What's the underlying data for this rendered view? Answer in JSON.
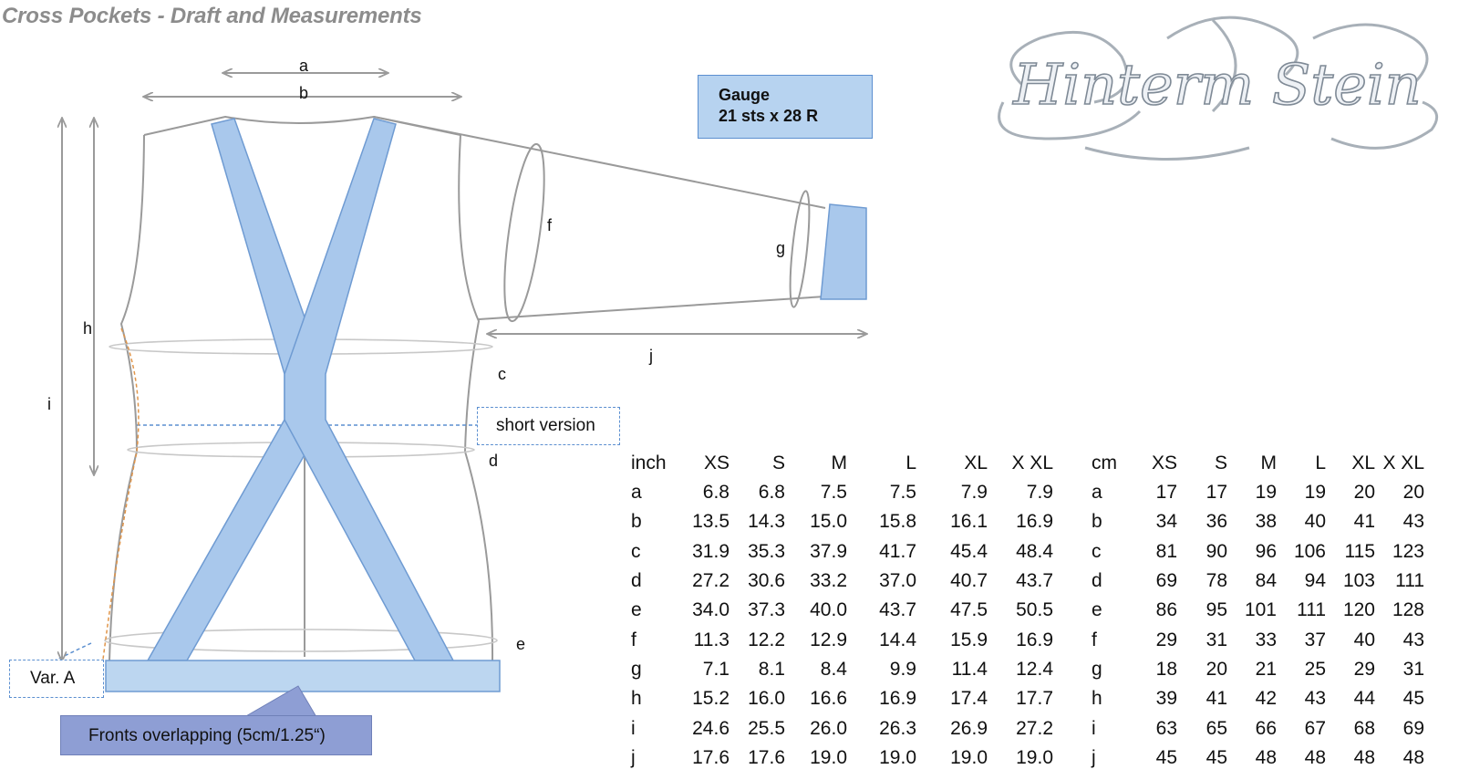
{
  "title": "Cross Pockets - Draft and Measurements",
  "logo_text": "Hinterm Stein",
  "gauge": {
    "line1": "Gauge",
    "line2": "21 sts  x 28 R"
  },
  "callouts": {
    "short_version": "short version",
    "var_a": "Var. A",
    "fronts": "Fronts overlapping (5cm/1.25“)"
  },
  "diagram_labels": {
    "a": "a",
    "b": "b",
    "c": "c",
    "d": "d",
    "e": "e",
    "f": "f",
    "g": "g",
    "h": "h",
    "i": "i",
    "j": "j"
  },
  "colors": {
    "band_fill": "#a9c8ec",
    "band_stroke": "#6f9bd2",
    "outline": "#9a9a9a",
    "fronts_box": "#8e9ed4",
    "gauge_box": "#b7d3f0"
  },
  "tables": {
    "inch": {
      "headers": [
        "inch",
        "XS",
        "S",
        "M",
        "L",
        "XL",
        "X XL"
      ],
      "rows": [
        [
          "a",
          "6.8",
          "6.8",
          "7.5",
          "7.5",
          "7.9",
          "7.9"
        ],
        [
          "b",
          "13.5",
          "14.3",
          "15.0",
          "15.8",
          "16.1",
          "16.9"
        ],
        [
          "c",
          "31.9",
          "35.3",
          "37.9",
          "41.7",
          "45.4",
          "48.4"
        ],
        [
          "d",
          "27.2",
          "30.6",
          "33.2",
          "37.0",
          "40.7",
          "43.7"
        ],
        [
          "e",
          "34.0",
          "37.3",
          "40.0",
          "43.7",
          "47.5",
          "50.5"
        ],
        [
          "f",
          "11.3",
          "12.2",
          "12.9",
          "14.4",
          "15.9",
          "16.9"
        ],
        [
          "g",
          "7.1",
          "8.1",
          "8.4",
          "9.9",
          "11.4",
          "12.4"
        ],
        [
          "h",
          "15.2",
          "16.0",
          "16.6",
          "16.9",
          "17.4",
          "17.7"
        ],
        [
          "i",
          "24.6",
          "25.5",
          "26.0",
          "26.3",
          "26.9",
          "27.2"
        ],
        [
          "j",
          "17.6",
          "17.6",
          "19.0",
          "19.0",
          "19.0",
          "19.0"
        ]
      ]
    },
    "cm": {
      "headers": [
        "cm",
        "XS",
        "S",
        "M",
        "L",
        "XL",
        "X XL"
      ],
      "rows": [
        [
          "a",
          "17",
          "17",
          "19",
          "19",
          "20",
          "20"
        ],
        [
          "b",
          "34",
          "36",
          "38",
          "40",
          "41",
          "43"
        ],
        [
          "c",
          "81",
          "90",
          "96",
          "106",
          "115",
          "123"
        ],
        [
          "d",
          "69",
          "78",
          "84",
          "94",
          "103",
          "111"
        ],
        [
          "e",
          "86",
          "95",
          "101",
          "111",
          "120",
          "128"
        ],
        [
          "f",
          "29",
          "31",
          "33",
          "37",
          "40",
          "43"
        ],
        [
          "g",
          "18",
          "20",
          "21",
          "25",
          "29",
          "31"
        ],
        [
          "h",
          "39",
          "41",
          "42",
          "43",
          "44",
          "45"
        ],
        [
          "i",
          "63",
          "65",
          "66",
          "67",
          "68",
          "69"
        ],
        [
          "j",
          "45",
          "45",
          "48",
          "48",
          "48",
          "48"
        ]
      ]
    }
  }
}
